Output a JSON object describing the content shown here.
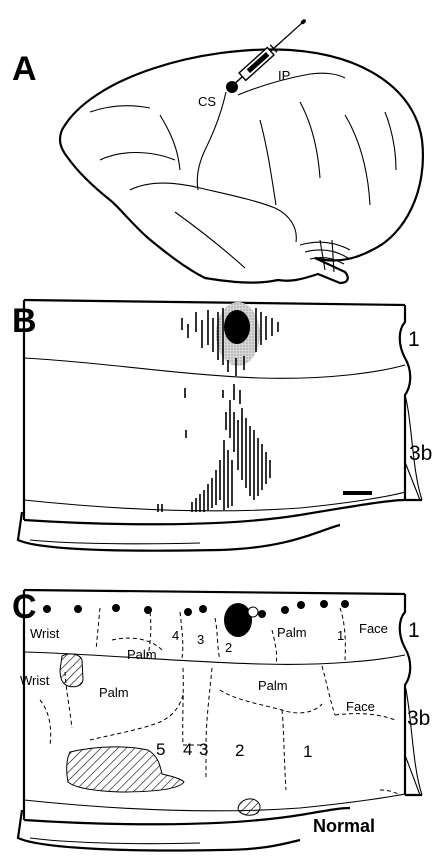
{
  "panel_a": {
    "letter": "A",
    "labels": {
      "cs": "CS",
      "ip": "IP"
    }
  },
  "panel_b": {
    "letter": "B",
    "area_labels": {
      "area1": "1",
      "area3b": "3b"
    }
  },
  "panel_c": {
    "letter": "C",
    "area_labels": {
      "area1": "1",
      "area3b": "3b"
    },
    "area1_labels": {
      "wrist": "Wrist",
      "palm_left": "Palm",
      "d4": "4",
      "d3": "3",
      "d2": "2",
      "palm_right": "Palm",
      "d1": "1",
      "face": "Face"
    },
    "area3b_labels": {
      "wrist": "Wrist",
      "palm_left": "Palm",
      "palm_right": "Palm",
      "face": "Face",
      "d5": "5",
      "d4": "4",
      "d3": "3",
      "d2": "2",
      "d1": "1"
    },
    "condition": "Normal"
  }
}
